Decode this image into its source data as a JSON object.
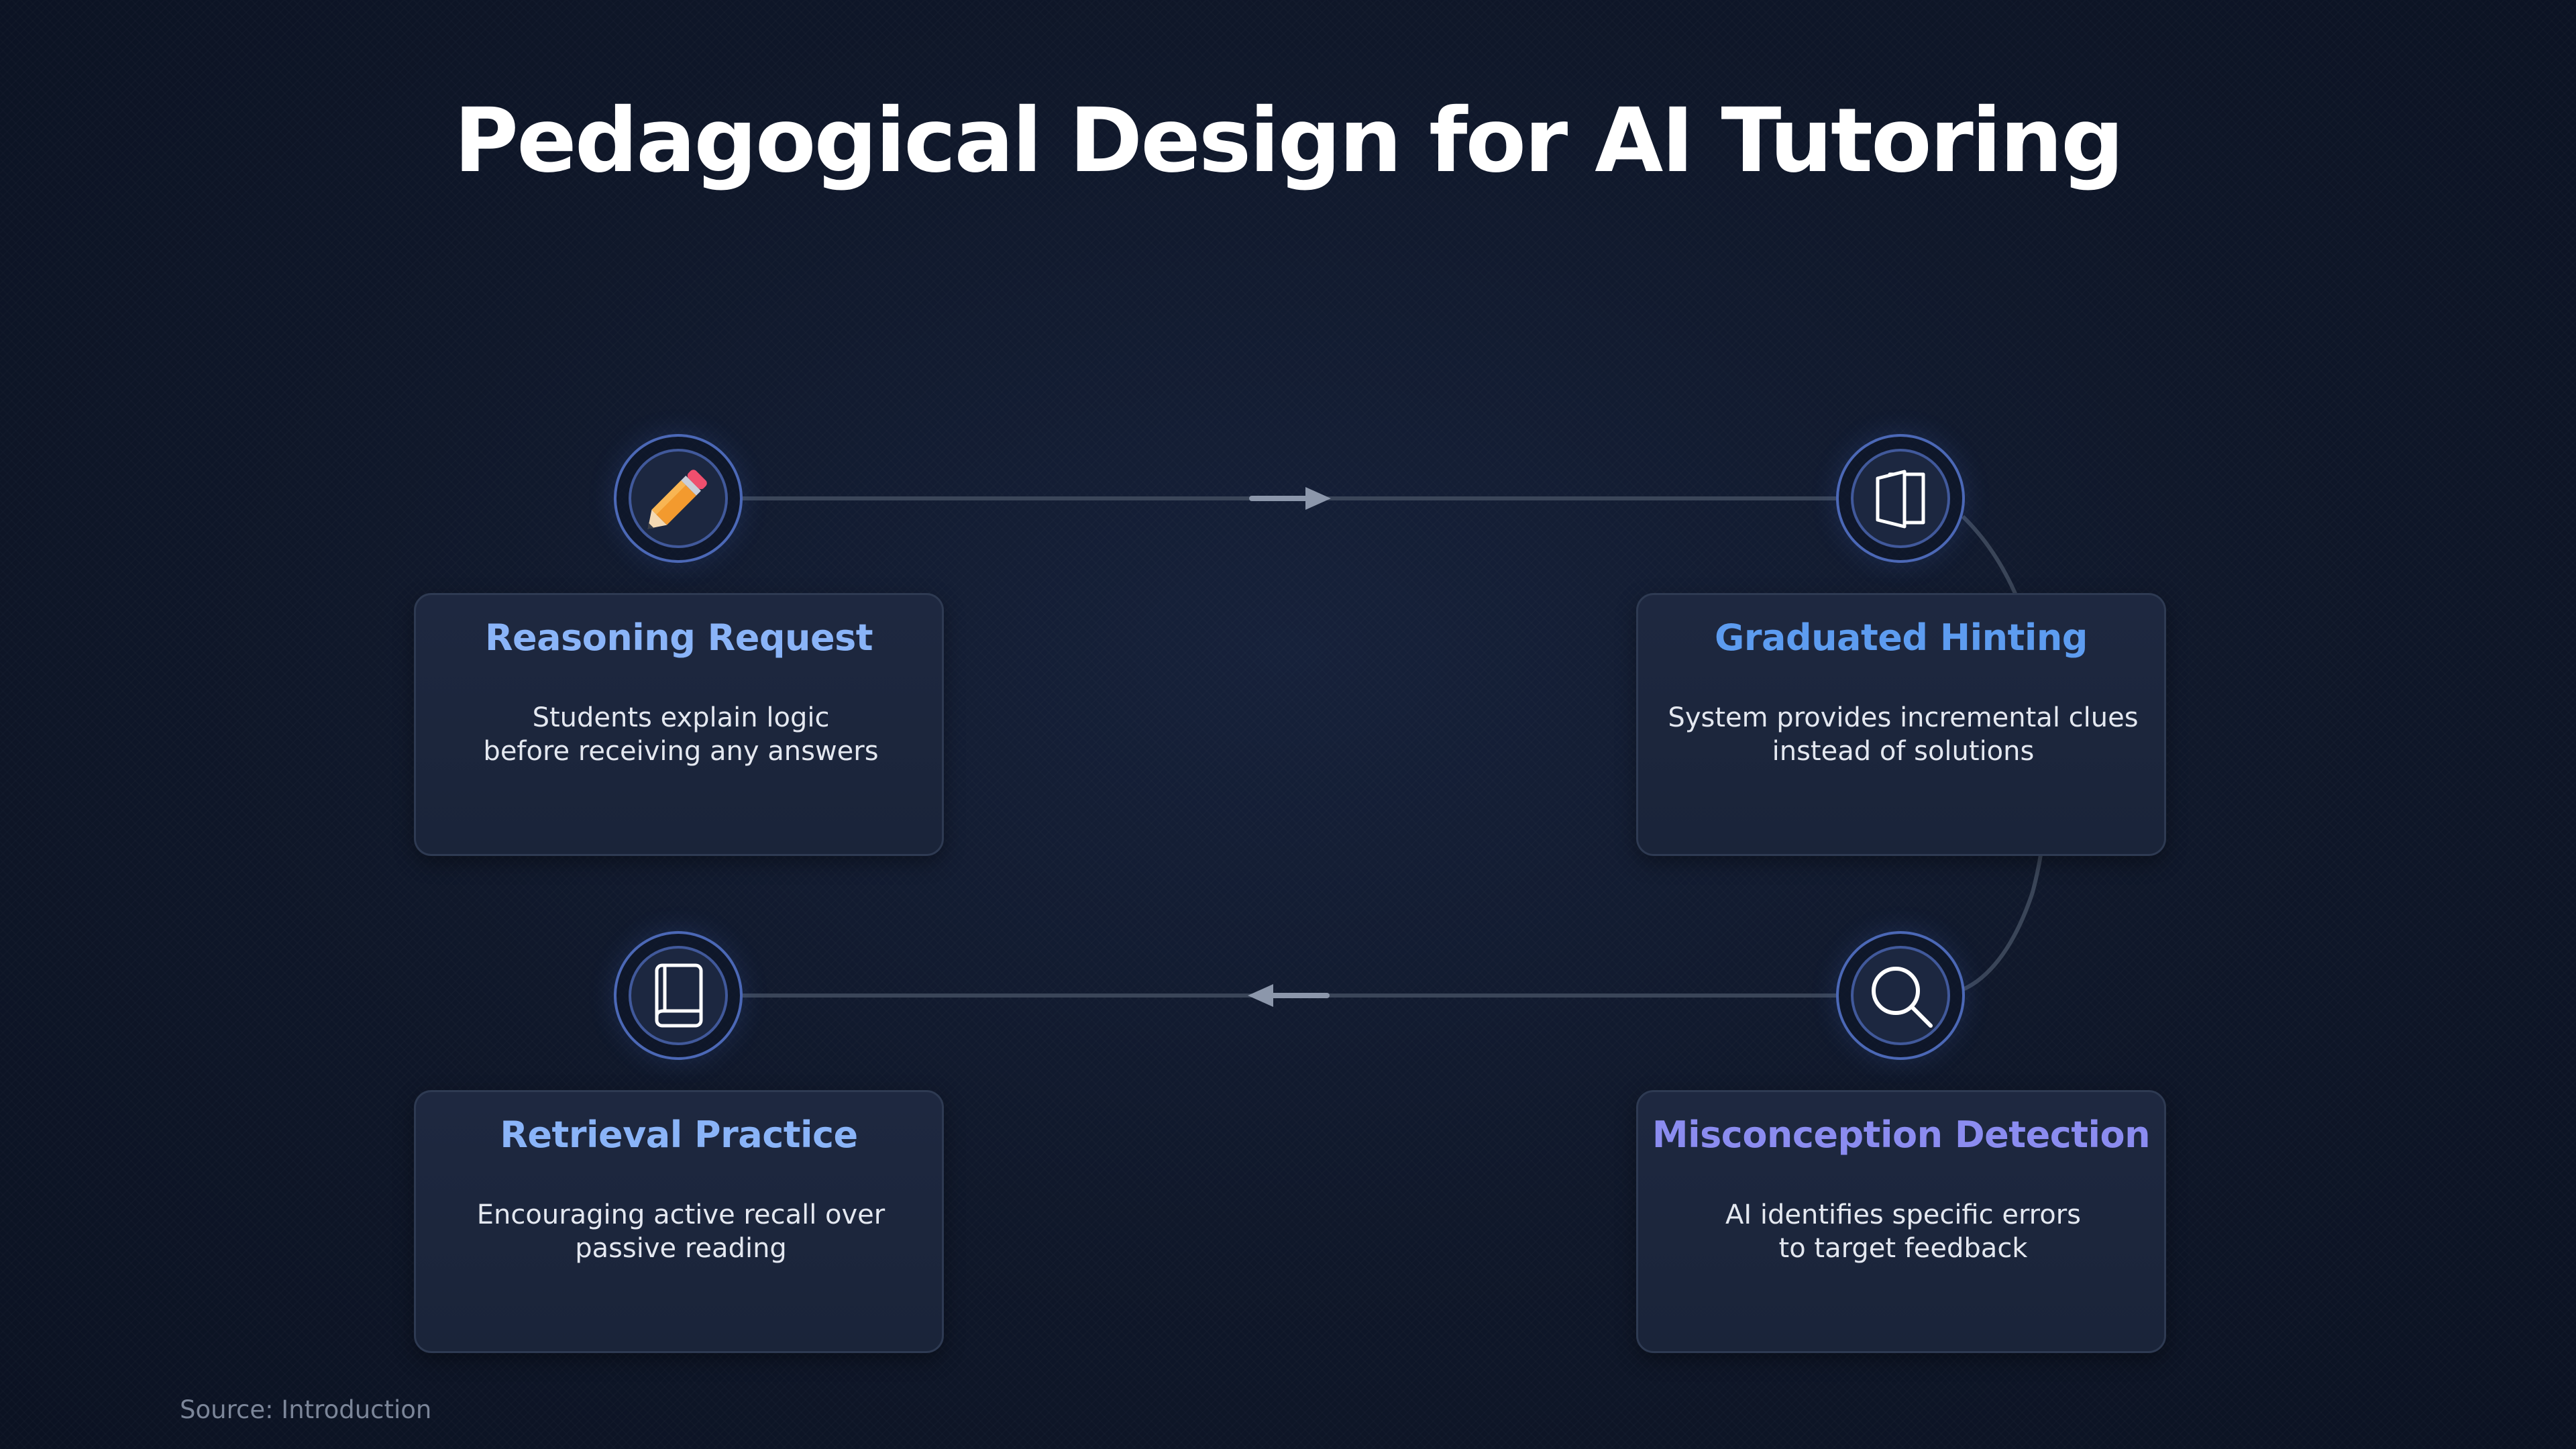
{
  "title": "Pedagogical Design for AI Tutoring",
  "nodes": [
    {
      "icon": "pencil-icon",
      "title": "Reasoning Request",
      "title_color": "#8ab4f8",
      "description": "Students explain logic\nbefore receiving any answers"
    },
    {
      "icon": "open-door-icon",
      "title": "Graduated Hinting",
      "title_color": "#5d9cf0",
      "description": "System provides incremental clues\ninstead of solutions"
    },
    {
      "icon": "magnifying-glass-icon",
      "title": "Misconception Detection",
      "title_color": "#8b8cf0",
      "description": "AI identifies specific errors\nto target feedback"
    },
    {
      "icon": "book-icon",
      "title": "Retrieval Practice",
      "title_color": "#8ab4f8",
      "description": "Encouraging active recall over\npassive reading"
    }
  ],
  "footer": "Source: Introduction",
  "colors": {
    "background": "#0e1628",
    "card": "#1e2840",
    "connector": "#3a4558",
    "arrow": "#8c97ab"
  }
}
